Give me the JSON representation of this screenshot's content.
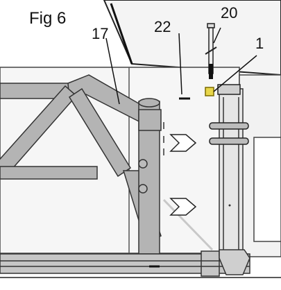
{
  "figure": {
    "title": "Fig 6"
  },
  "callouts": [
    {
      "id": "callout-17",
      "text": "17"
    },
    {
      "id": "callout-22",
      "text": "22"
    },
    {
      "id": "callout-20",
      "text": "20"
    },
    {
      "id": "callout-1",
      "text": "1"
    }
  ],
  "colors": {
    "tube_fill": "#b4b4b4",
    "tube_stroke": "#333333",
    "panel_fill": "#f0f0f0",
    "roof_fill": "#f4f4f4",
    "bolt_highlight": "#e8d64a"
  },
  "arrows": {
    "count": 2,
    "direction": "right"
  }
}
